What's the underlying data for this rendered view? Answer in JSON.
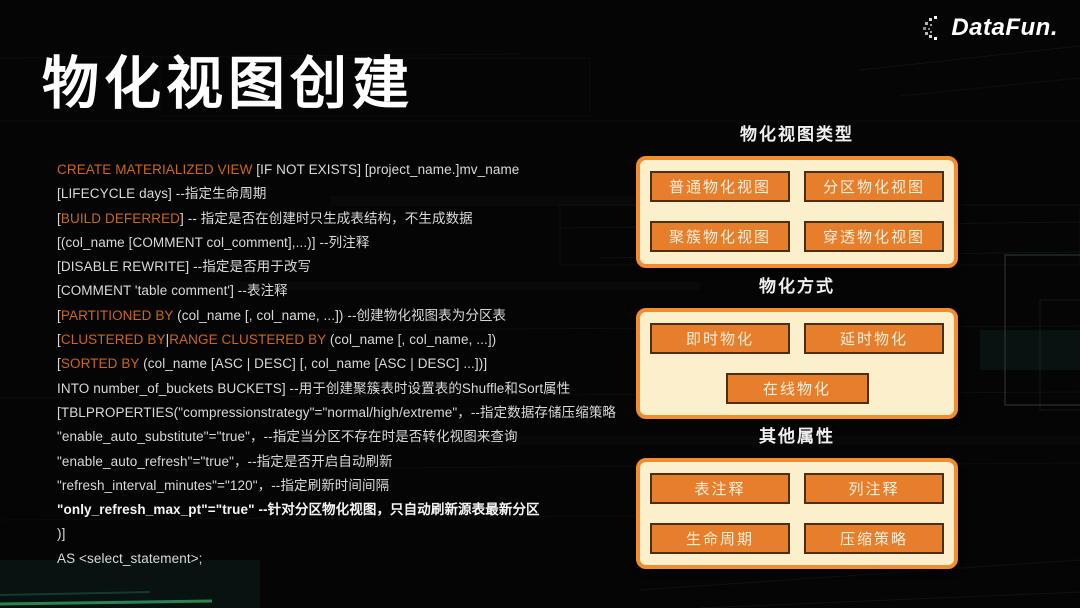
{
  "logo": {
    "text": "DataFun."
  },
  "title": "物化视图创建",
  "colors": {
    "background": "#050505",
    "keyword": "#c96818",
    "code_text": "#d9d9d9",
    "panel_border": "#F18C2F",
    "panel_fill": "#FCEFCC",
    "button_fill": "#E67E2B",
    "button_border": "#4A2F15",
    "button_text": "#FCEFDC",
    "title_text": "#ffffff"
  },
  "code": {
    "lines": [
      {
        "segments": [
          {
            "text": "CREATE MATERIALIZED VIEW",
            "style": "keyword"
          },
          {
            "text": " [IF NOT EXISTS] [project_name.]mv_name",
            "style": "plain"
          }
        ]
      },
      {
        "segments": [
          {
            "text": "[LIFECYCLE days] --指定生命周期",
            "style": "plain"
          }
        ]
      },
      {
        "segments": [
          {
            "text": "[",
            "style": "plain"
          },
          {
            "text": "BUILD DEFERRED",
            "style": "keyword"
          },
          {
            "text": "] -- 指定是否在创建时只生成表结构，不生成数据",
            "style": "plain"
          }
        ]
      },
      {
        "segments": [
          {
            "text": "[(col_name [COMMENT col_comment],...)] --列注释",
            "style": "plain"
          }
        ]
      },
      {
        "segments": [
          {
            "text": "[DISABLE REWRITE] --指定是否用于改写",
            "style": "plain"
          }
        ]
      },
      {
        "segments": [
          {
            "text": "[COMMENT 'table comment'] --表注释",
            "style": "plain"
          }
        ]
      },
      {
        "segments": [
          {
            "text": "[",
            "style": "plain"
          },
          {
            "text": "PARTITIONED BY",
            "style": "keyword"
          },
          {
            "text": " (col_name [, col_name, ...]) --创建物化视图表为分区表",
            "style": "plain"
          }
        ]
      },
      {
        "segments": [
          {
            "text": "[",
            "style": "plain"
          },
          {
            "text": "CLUSTERED BY",
            "style": "keyword"
          },
          {
            "text": "|",
            "style": "plain"
          },
          {
            "text": "RANGE CLUSTERED BY",
            "style": "keyword"
          },
          {
            "text": " (col_name [, col_name, ...])",
            "style": "plain"
          }
        ]
      },
      {
        "segments": [
          {
            "text": "[",
            "style": "plain"
          },
          {
            "text": "SORTED BY",
            "style": "keyword"
          },
          {
            "text": " (col_name [ASC | DESC] [, col_name [ASC | DESC] ...])]",
            "style": "plain"
          }
        ]
      },
      {
        "segments": [
          {
            "text": "INTO number_of_buckets BUCKETS] --用于创建聚簇表时设置表的Shuffle和Sort属性",
            "style": "plain"
          }
        ]
      },
      {
        "segments": [
          {
            "text": "[TBLPROPERTIES(\"compressionstrategy\"=\"normal/high/extreme\"，--指定数据存储压缩策略",
            "style": "plain"
          }
        ]
      },
      {
        "segments": [
          {
            "text": "\"enable_auto_substitute\"=\"true\"，--指定当分区不存在时是否转化视图来查询",
            "style": "plain"
          }
        ]
      },
      {
        "segments": [
          {
            "text": "\"enable_auto_refresh\"=\"true\"，--指定是否开启自动刷新",
            "style": "plain"
          }
        ]
      },
      {
        "segments": [
          {
            "text": "\"refresh_interval_minutes\"=\"120\"，--指定刷新时间间隔",
            "style": "plain"
          }
        ]
      },
      {
        "segments": [
          {
            "text": "\"only_refresh_max_pt\"=\"true\" --针对分区物化视图，只自动刷新源表最新分区",
            "style": "bold"
          }
        ]
      },
      {
        "segments": [
          {
            "text": ")]",
            "style": "plain"
          }
        ]
      },
      {
        "segments": [
          {
            "text": "AS <select_statement>;",
            "style": "plain"
          }
        ]
      }
    ]
  },
  "panels": [
    {
      "title": "物化视图类型",
      "layout": "grid-2x2",
      "buttons": [
        "普通物化视图",
        "分区物化视图",
        "聚簇物化视图",
        "穿透物化视图"
      ]
    },
    {
      "title": "物化方式",
      "layout": "2-plus-1",
      "buttons": [
        "即时物化",
        "延时物化",
        "在线物化"
      ]
    },
    {
      "title": "其他属性",
      "layout": "grid-2x2",
      "buttons": [
        "表注释",
        "列注释",
        "生命周期",
        "压缩策略"
      ]
    }
  ]
}
